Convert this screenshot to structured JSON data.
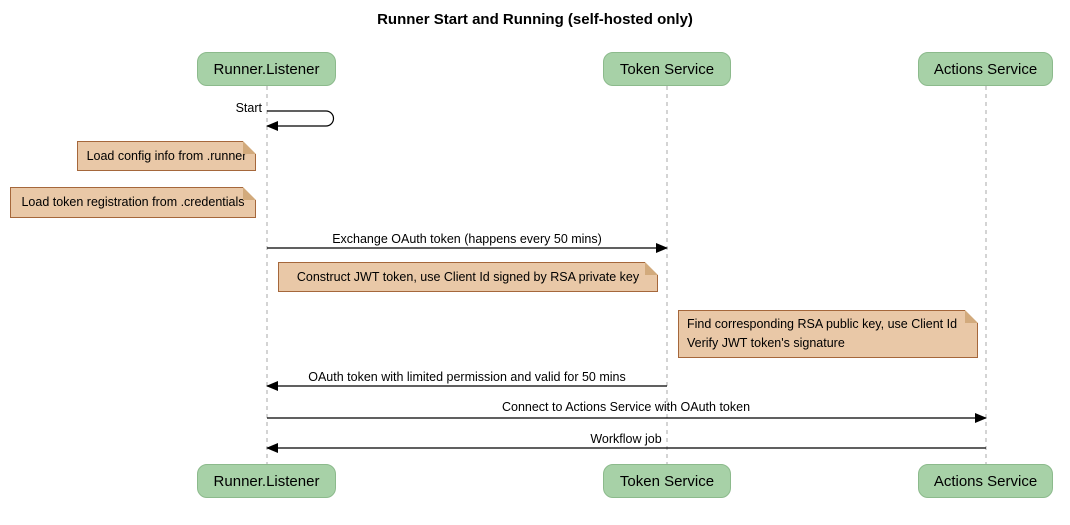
{
  "title": "Runner Start and Running (self-hosted only)",
  "participants": [
    {
      "name": "Runner.Listener"
    },
    {
      "name": "Token Service"
    },
    {
      "name": "Actions Service"
    }
  ],
  "messages": [
    {
      "label": "Start",
      "type": "self",
      "from": "Runner.Listener",
      "to": "Runner.Listener"
    },
    {
      "label": "Exchange OAuth token (happens every 50 mins)",
      "from": "Runner.Listener",
      "to": "Token Service"
    },
    {
      "label": "OAuth token with limited permission and valid for 50 mins",
      "from": "Token Service",
      "to": "Runner.Listener"
    },
    {
      "label": "Connect to Actions Service with OAuth token",
      "from": "Runner.Listener",
      "to": "Actions Service"
    },
    {
      "label": "Workflow job",
      "from": "Actions Service",
      "to": "Runner.Listener"
    }
  ],
  "notes": [
    {
      "text": "Load config info from .runner"
    },
    {
      "text": "Load token registration from .credentials"
    },
    {
      "text": "Construct JWT token, use Client Id signed by RSA private key"
    },
    {
      "text": "Find corresponding RSA public key, use Client Id\nVerify JWT token's signature"
    }
  ],
  "colors": {
    "participant_fill": "#a7d1a7",
    "participant_border": "#8cba8c",
    "note_fill": "#e9c8a7",
    "note_border": "#a5673b",
    "note_fold": "#d2aa7c",
    "lifeline": "#a9a9a9",
    "arrow": "#000000"
  }
}
